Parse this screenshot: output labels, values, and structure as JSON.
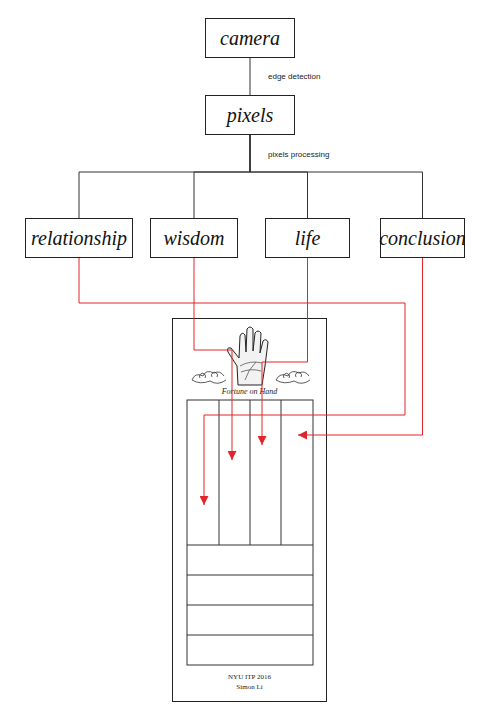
{
  "diagram": {
    "nodes": [
      {
        "text": [
          "camera"
        ]
      },
      {
        "text": [
          "pixels"
        ]
      },
      {
        "text": [
          "relationship"
        ]
      },
      {
        "text": [
          "wisdom"
        ]
      },
      {
        "text": [
          "life"
        ]
      },
      {
        "text": [
          "conclusion"
        ]
      },
      {
        "text": [
          "Fortune on Hand",
          "NYU ITP 2016",
          "Simon Li"
        ]
      }
    ],
    "edges": [
      {
        "from": 0,
        "to": 1,
        "label": "edge detection",
        "arrow": "none"
      },
      {
        "from": 1,
        "to": 2,
        "arrow": "none"
      },
      {
        "from": 1,
        "to": 3,
        "arrow": "none"
      },
      {
        "from": 1,
        "to": 4,
        "arrow": "none"
      },
      {
        "from": 1,
        "to": 5,
        "arrow": "none"
      },
      {
        "from": 2,
        "to": 6,
        "arrow": "to"
      },
      {
        "from": 3,
        "to": 6,
        "arrow": "to"
      },
      {
        "from": 4,
        "to": 6,
        "arrow": "to"
      },
      {
        "from": 5,
        "to": 6,
        "arrow": "to"
      }
    ],
    "labels": [
      "pixels processing"
    ]
  }
}
